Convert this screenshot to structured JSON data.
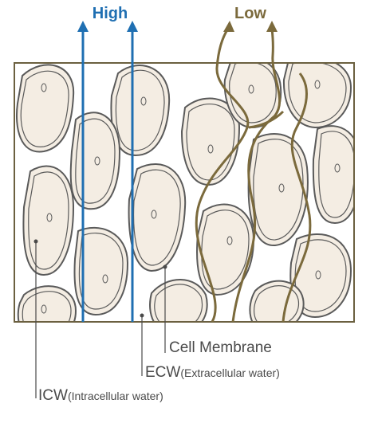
{
  "labels": {
    "high": "High",
    "low": "Low",
    "cell_membrane": "Cell Membrane",
    "ecw_main": "ECW",
    "ecw_detail": "(Extracellular water)",
    "icw_main": "ICW",
    "icw_detail": "(Intracellular water)"
  },
  "colors": {
    "high_path": "#1f6fb2",
    "low_path": "#7b6a3c",
    "cell_fill": "#f4ede3",
    "cell_stroke": "#5a5a5a",
    "frame_stroke": "#6b6040",
    "label_text": "#4a4a4a"
  }
}
